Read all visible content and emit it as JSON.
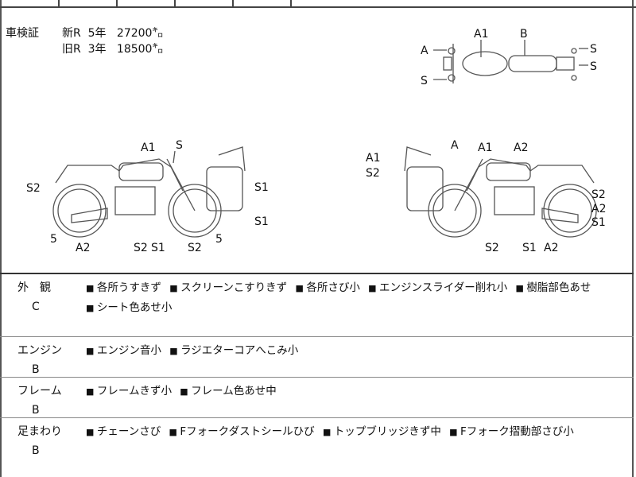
{
  "registration": {
    "label": "車検証",
    "rows": [
      {
        "type": "新R",
        "years": "5年",
        "mileage": "27200㌔"
      },
      {
        "type": "旧R",
        "years": "3年",
        "mileage": "18500㌔"
      }
    ]
  },
  "diagram_labels": {
    "top_view": [
      "A1",
      "B",
      "A",
      "S",
      "S",
      "S"
    ],
    "left_bike": [
      "A1",
      "S",
      "S2",
      "S1",
      "S1",
      "5",
      "5",
      "A2",
      "S2",
      "S1",
      "S2"
    ],
    "right_bike": [
      "A",
      "A1",
      "A2",
      "A1",
      "S2",
      "S2",
      "A2",
      "S1",
      "S2",
      "S1",
      "A2"
    ]
  },
  "sections": [
    {
      "category": "外　観",
      "grade": "C",
      "items": [
        "各所うすきず",
        "スクリーンこすりきず",
        "各所さび小",
        "エンジンスライダー削れ小",
        "樹脂部色あせ",
        "シート色あせ小"
      ]
    },
    {
      "category": "エンジン",
      "grade": "B",
      "items": [
        "エンジン音小",
        "ラジエターコアへこみ小"
      ]
    },
    {
      "category": "フレーム",
      "grade": "B",
      "items": [
        "フレームきず小",
        "フレーム色あせ中"
      ]
    },
    {
      "category": "足まわり",
      "grade": "B",
      "items": [
        "チェーンさび",
        "Fフォークダストシールひび",
        "トップブリッジきず中",
        "Fフォーク摺動部さび小"
      ]
    }
  ]
}
